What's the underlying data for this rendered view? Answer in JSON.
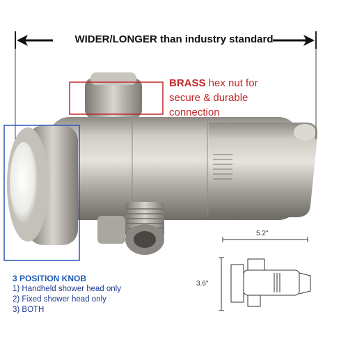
{
  "headline": "WIDER/LONGER than industry standard",
  "brass": {
    "highlight": "BRASS",
    "line1_rest": " hex nut for",
    "line2": "secure & durable",
    "line3": "connection"
  },
  "knob": {
    "heading": "3 POSITION KNOB",
    "options": [
      "1) Handheld shower head only",
      "2) Fixed shower head only",
      "3) BOTH"
    ]
  },
  "dimensions": {
    "width": "5.2\"",
    "height": "3.6\""
  },
  "colors": {
    "brass_red": "#c0282a",
    "knob_blue": "#1f5bb5",
    "body_metal": "#b9b5ae"
  }
}
